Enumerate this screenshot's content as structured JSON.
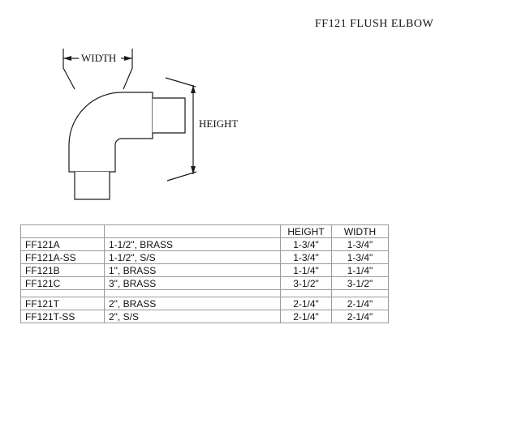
{
  "title": "FF121 FLUSH ELBOW",
  "diagram": {
    "width_label": "WIDTH",
    "height_label": "HEIGHT"
  },
  "table": {
    "headers": [
      "",
      "",
      "HEIGHT",
      "WIDTH"
    ],
    "rows": [
      [
        "FF121A",
        "1-1/2\", BRASS",
        "1-3/4\"",
        "1-3/4\""
      ],
      [
        "FF121A-SS",
        "1-1/2\", S/S",
        "1-3/4\"",
        "1-3/4\""
      ],
      [
        "FF121B",
        "1\", BRASS",
        "1-1/4\"",
        "1-1/4\""
      ],
      [
        "FF121C",
        "3\", BRASS",
        "3-1/2\"",
        "3-1/2\""
      ],
      [
        "",
        "",
        "",
        ""
      ],
      [
        "FF121T",
        "2\", BRASS",
        "2-1/4\"",
        "2-1/4\""
      ],
      [
        "FF121T-SS",
        "2\", S/S",
        "2-1/4\"",
        "2-1/4\""
      ]
    ]
  }
}
